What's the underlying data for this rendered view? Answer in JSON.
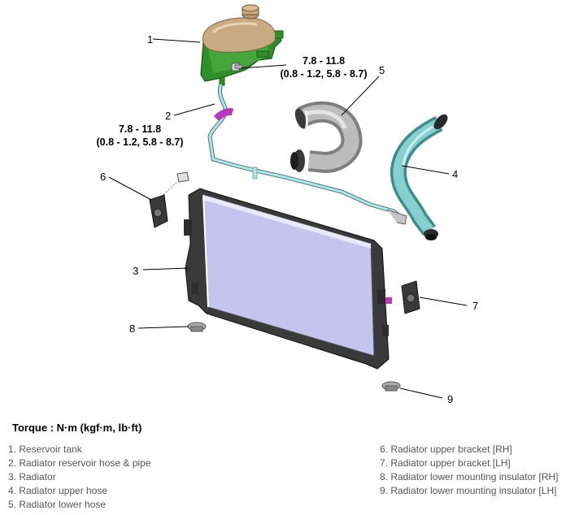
{
  "callouts": [
    "1",
    "2",
    "3",
    "4",
    "5",
    "6",
    "7",
    "8",
    "9"
  ],
  "torque_specs": [
    {
      "value": "7.8 - 11.8",
      "alt": "(0.8 - 1.2, 5.8 - 8.7)"
    },
    {
      "value": "7.8 - 11.8",
      "alt": "(0.8 - 1.2, 5.8 - 8.7)"
    }
  ],
  "torque_heading": "Torque : N·m (kgf·m, lb·ft)",
  "legend": [
    "1. Reservoir tank",
    "2. Radiator reservoir hose & pipe",
    "3. Radiator",
    "4. Radiator upper hose",
    "5. Radiator lower hose",
    "6. Radiator upper bracket [RH]",
    "7. Radiator upper bracket [LH]",
    "8. Radiator lower mounting insulator [RH]",
    "9. Radiator lower mounting insulator [LH]"
  ],
  "colors": {
    "reservoir_cap": "#c8ab82",
    "reservoir_body": "#2f8f2a",
    "upper_hose": "#7fc9c9",
    "lower_hose": "#a9a9a9",
    "radiator_core": "#c4c4ee",
    "radiator_frame": "#3a3a3a",
    "hose_clamp": "#b43cbc"
  }
}
